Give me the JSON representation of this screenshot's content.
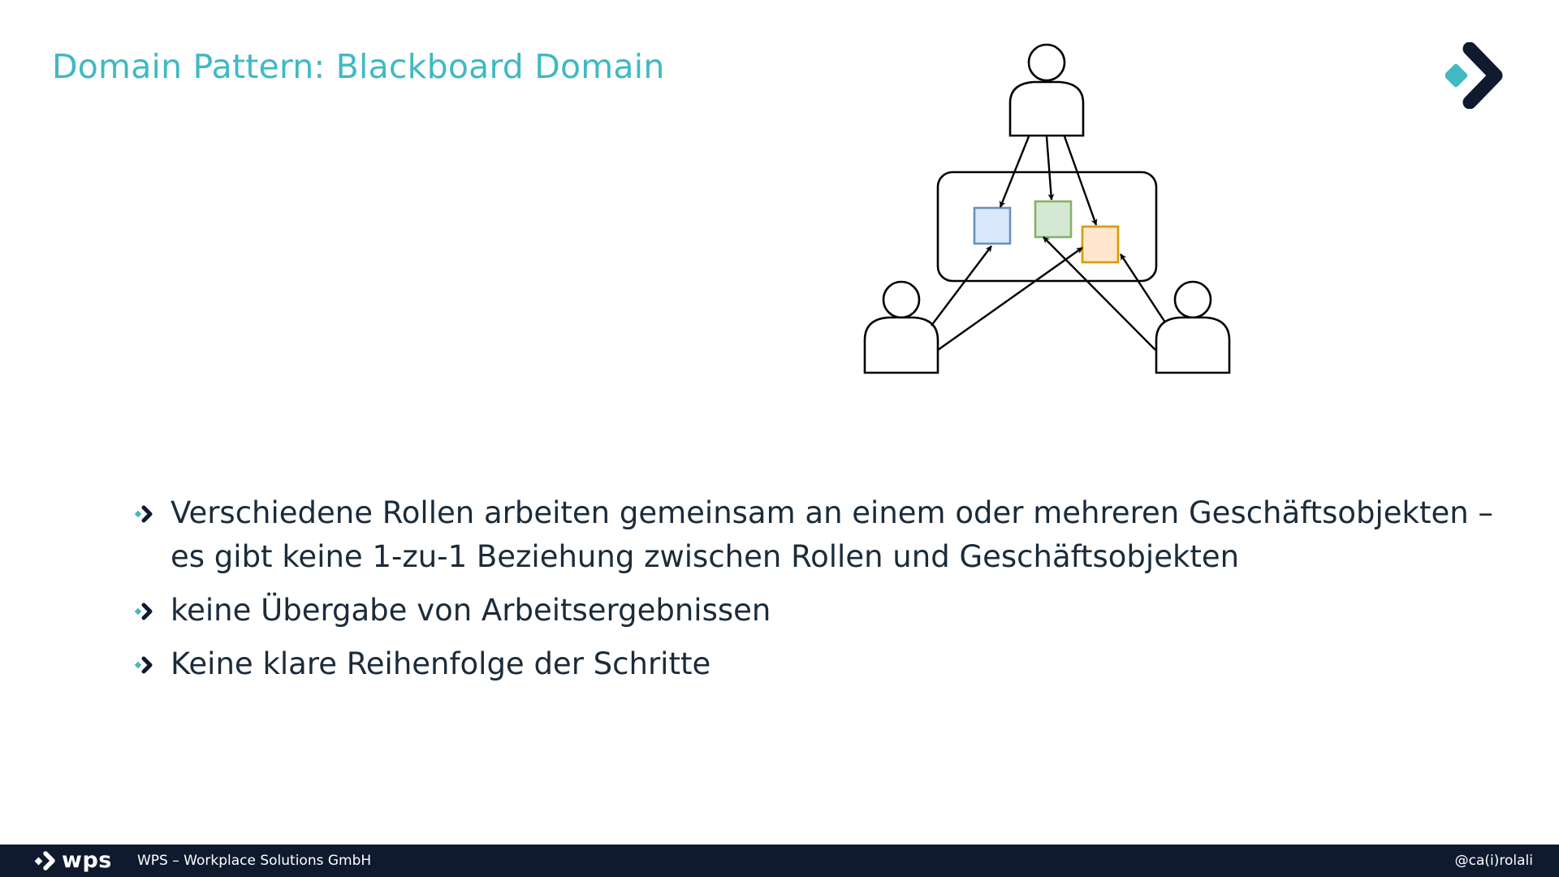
{
  "slide": {
    "title": "Domain Pattern: Blackboard Domain"
  },
  "diagram": {
    "icons": [
      "person-icon",
      "blackboard-frame",
      "business-object-square",
      "arrow-icon"
    ],
    "colors": {
      "stroke": "#000000",
      "blue_fill": "#dae8fc",
      "blue_stroke": "#6c8ebf",
      "green_fill": "#d5e8d4",
      "green_stroke": "#82b366",
      "orange_fill": "#ffe6cc",
      "orange_stroke": "#d79b00"
    }
  },
  "bullets": [
    {
      "text": "Verschiedene Rollen arbeiten gemeinsam an einem oder mehreren Geschäftsobjekten – es gibt keine 1-zu-1 Beziehung zwischen Rollen und Geschäftsobjekten"
    },
    {
      "text": "keine Übergabe von Arbeitsergebnissen"
    },
    {
      "text": "Keine klare Reihenfolge der Schritte"
    }
  ],
  "footer": {
    "logo_text": "wps",
    "company": "WPS – Workplace Solutions GmbH",
    "handle": "@ca(i)rolali"
  },
  "theme": {
    "title_color": "#40b9c4",
    "accent_teal": "#40b9c4",
    "navy": "#0f1a2e",
    "text_color": "#1b2b3a"
  }
}
